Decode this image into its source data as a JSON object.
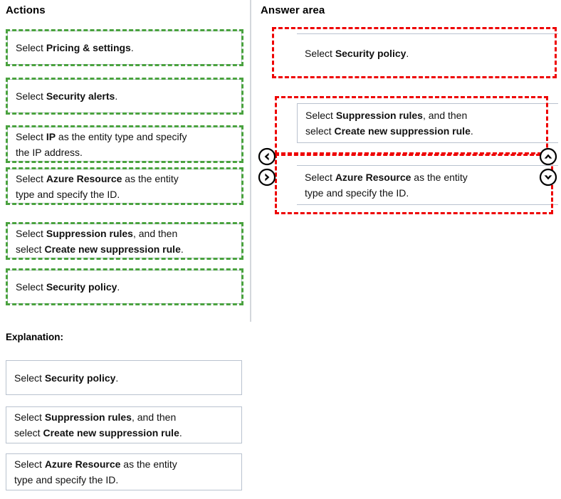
{
  "headings": {
    "actions": "Actions",
    "answer_area": "Answer area",
    "explanation": "Explanation:"
  },
  "colors": {
    "selection_green": "#4aa23f",
    "annotation_red": "#ee0000",
    "card_border": "#b9c2cf",
    "divider": "#d4d7dc"
  },
  "actions": {
    "items": [
      {
        "id": "pricing-settings",
        "selected": true,
        "lines": [
          [
            {
              "t": "Select ",
              "b": false
            },
            {
              "t": "Pricing & settings",
              "b": true
            },
            {
              "t": ".",
              "b": false
            }
          ]
        ]
      },
      {
        "id": "security-alerts",
        "selected": true,
        "lines": [
          [
            {
              "t": "Select ",
              "b": false
            },
            {
              "t": "Security alerts",
              "b": true
            },
            {
              "t": ".",
              "b": false
            }
          ]
        ]
      },
      {
        "id": "ip-entity-type",
        "selected": true,
        "lines": [
          [
            {
              "t": "Select ",
              "b": false
            },
            {
              "t": "IP",
              "b": true
            },
            {
              "t": " as the entity type and specify",
              "b": false
            }
          ],
          [
            {
              "t": "the IP address.",
              "b": false
            }
          ]
        ]
      },
      {
        "id": "azure-resource-entity-type",
        "selected": true,
        "lines": [
          [
            {
              "t": "Select ",
              "b": false
            },
            {
              "t": "Azure Resource",
              "b": true
            },
            {
              "t": " as the entity",
              "b": false
            }
          ],
          [
            {
              "t": "type and specify the ID.",
              "b": false
            }
          ]
        ]
      },
      {
        "id": "suppression-rules",
        "selected": true,
        "lines": [
          [
            {
              "t": "Select ",
              "b": false
            },
            {
              "t": "Suppression rules",
              "b": true
            },
            {
              "t": ", and then",
              "b": false
            }
          ],
          [
            {
              "t": "select ",
              "b": false
            },
            {
              "t": "Create new suppression rule",
              "b": true
            },
            {
              "t": ".",
              "b": false
            }
          ]
        ]
      },
      {
        "id": "security-policy",
        "selected": true,
        "lines": [
          [
            {
              "t": "Select ",
              "b": false
            },
            {
              "t": "Security policy",
              "b": true
            },
            {
              "t": ".",
              "b": false
            }
          ]
        ]
      }
    ]
  },
  "answer_area": {
    "items": [
      {
        "id": "answer-security-policy",
        "lines": [
          [
            {
              "t": "Select ",
              "b": false
            },
            {
              "t": "Security policy",
              "b": true
            },
            {
              "t": ".",
              "b": false
            }
          ]
        ]
      },
      {
        "id": "answer-suppression-rules",
        "lines": [
          [
            {
              "t": "Select ",
              "b": false
            },
            {
              "t": "Suppression rules",
              "b": true
            },
            {
              "t": ", and then",
              "b": false
            }
          ],
          [
            {
              "t": "select ",
              "b": false
            },
            {
              "t": "Create new suppression rule",
              "b": true
            },
            {
              "t": ".",
              "b": false
            }
          ]
        ]
      },
      {
        "id": "answer-azure-resource",
        "lines": [
          [
            {
              "t": "Select ",
              "b": false
            },
            {
              "t": "Azure Resource",
              "b": true
            },
            {
              "t": " as the entity",
              "b": false
            }
          ],
          [
            {
              "t": "type and specify the ID.",
              "b": false
            }
          ]
        ]
      }
    ],
    "controls": [
      {
        "id": "move-left",
        "icon": "chevron-left-circle-icon"
      },
      {
        "id": "move-right",
        "icon": "chevron-right-circle-icon"
      },
      {
        "id": "move-up",
        "icon": "chevron-up-circle-icon"
      },
      {
        "id": "move-down",
        "icon": "chevron-down-circle-icon"
      }
    ]
  },
  "explanation": {
    "items": [
      {
        "id": "explanation-security-policy",
        "lines": [
          [
            {
              "t": "Select ",
              "b": false
            },
            {
              "t": "Security policy",
              "b": true
            },
            {
              "t": ".",
              "b": false
            }
          ]
        ]
      },
      {
        "id": "explanation-suppression-rules",
        "lines": [
          [
            {
              "t": "Select ",
              "b": false
            },
            {
              "t": "Suppression rules",
              "b": true
            },
            {
              "t": ", and then",
              "b": false
            }
          ],
          [
            {
              "t": "select ",
              "b": false
            },
            {
              "t": "Create new suppression rule",
              "b": true
            },
            {
              "t": ".",
              "b": false
            }
          ]
        ]
      },
      {
        "id": "explanation-azure-resource",
        "lines": [
          [
            {
              "t": "Select ",
              "b": false
            },
            {
              "t": "Azure Resource",
              "b": true
            },
            {
              "t": " as the entity",
              "b": false
            }
          ],
          [
            {
              "t": "type and specify the ID.",
              "b": false
            }
          ]
        ]
      }
    ]
  }
}
